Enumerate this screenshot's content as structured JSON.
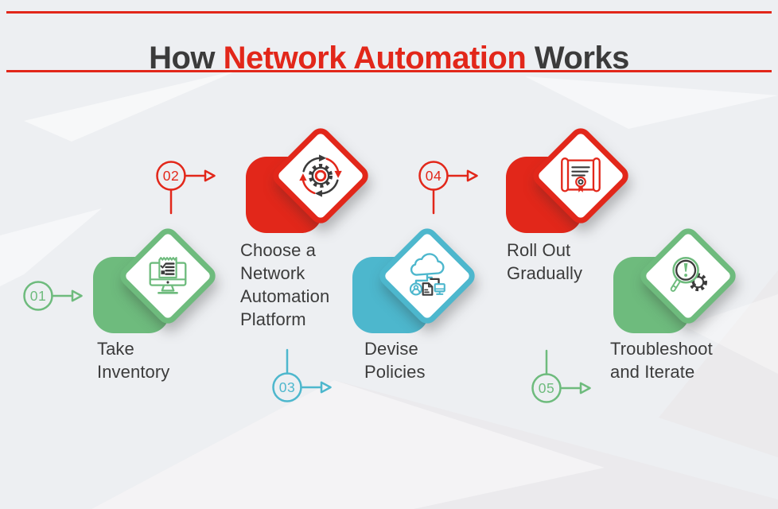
{
  "title": {
    "prefix": "How ",
    "highlight": "Network Automation",
    "suffix": " Works"
  },
  "colors": {
    "bg": "#edeff2",
    "red": "#e2271a",
    "green": "#6ebb7d",
    "teal": "#4db7cd",
    "dark": "#3b3b3b"
  },
  "steps": [
    {
      "num": "01",
      "color": "green",
      "label": "Take Inventory",
      "lines": [
        "Take",
        "Inventory"
      ],
      "icon": "monitor-checklist-icon"
    },
    {
      "num": "02",
      "color": "red",
      "label": "Choose a Network Automation Platform",
      "lines": [
        "Choose a",
        "Network",
        "Automation",
        "Platform"
      ],
      "icon": "gear-cycle-icon"
    },
    {
      "num": "03",
      "color": "teal",
      "label": "Devise Policies",
      "lines": [
        "Devise",
        "Policies"
      ],
      "icon": "cloud-network-icon"
    },
    {
      "num": "04",
      "color": "red",
      "label": "Roll Out Gradually",
      "lines": [
        "Roll Out",
        "Gradually"
      ],
      "icon": "certificate-icon"
    },
    {
      "num": "05",
      "color": "green",
      "label": "Troubleshoot and Iterate",
      "lines": [
        "Troubleshoot",
        "and Iterate"
      ],
      "icon": "magnifier-gear-icon"
    }
  ]
}
